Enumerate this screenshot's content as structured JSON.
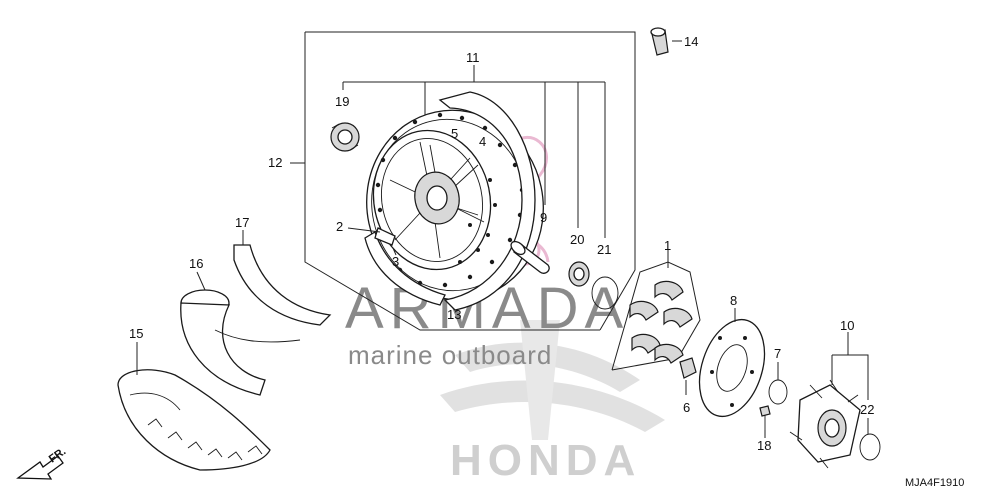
{
  "diagram_code": "MJA4F1910",
  "direction_label": "FR.",
  "watermark": {
    "brand": "ARMADA",
    "tagline": "marine outboard",
    "logo_text": "HONDA",
    "brand_color": "#7a7a7a",
    "accent_color": "#e6a8c8"
  },
  "callouts": {
    "p1": "1",
    "p2": "2",
    "p3": "3",
    "p4": "4",
    "p5": "5",
    "p6": "6",
    "p7": "7",
    "p8": "8",
    "p9": "9",
    "p10": "10",
    "p11": "11",
    "p12": "12",
    "p13": "13",
    "p14": "14",
    "p15": "15",
    "p16": "16",
    "p17": "17",
    "p18": "18",
    "p19": "19",
    "p20": "20",
    "p21": "21",
    "p22": "22"
  }
}
